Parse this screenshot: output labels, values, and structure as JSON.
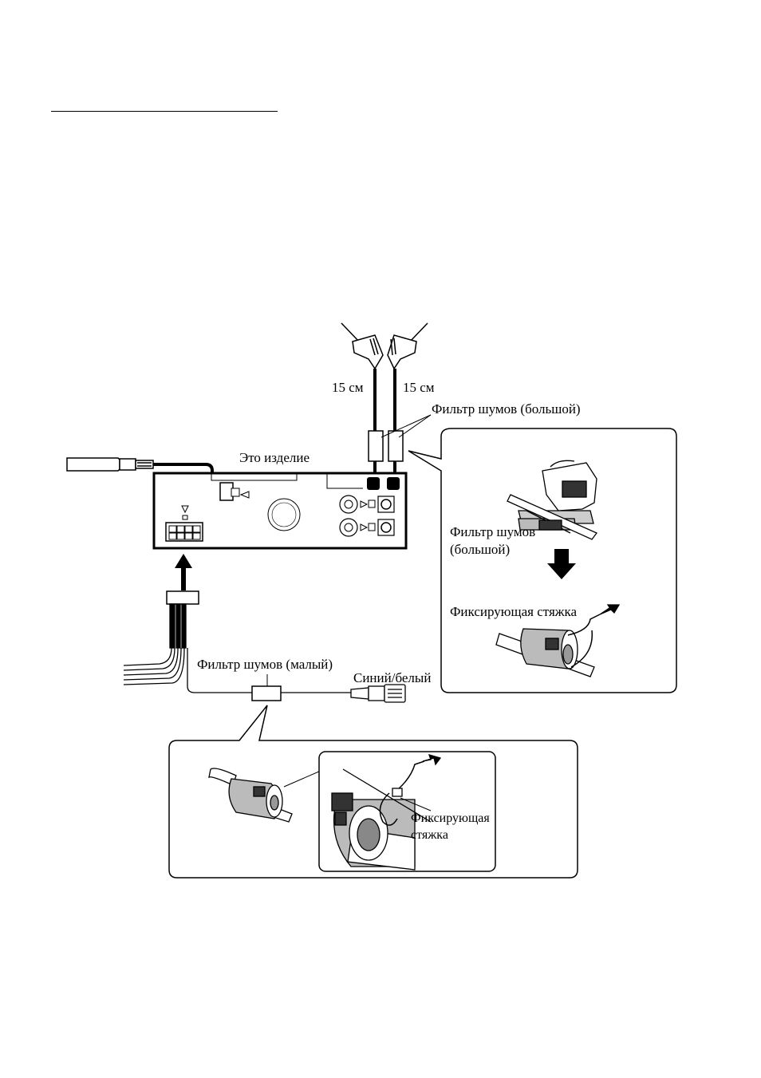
{
  "labels": {
    "length_left": "15 см",
    "length_right": "15 см",
    "noise_filter_large": "Фильтр шумов (большой)",
    "this_product": "Это изделие",
    "noise_filter_large_line1": "Фильтр шумов",
    "noise_filter_large_line2": "(большой)",
    "fixing_tie": "Фиксирующая стяжка",
    "noise_filter_small": "Фильтр шумов (малый)",
    "blue_white": "Синий/белый",
    "fixing_tie_line1": "Фиксирующая",
    "fixing_tie_line2": "стяжка"
  }
}
